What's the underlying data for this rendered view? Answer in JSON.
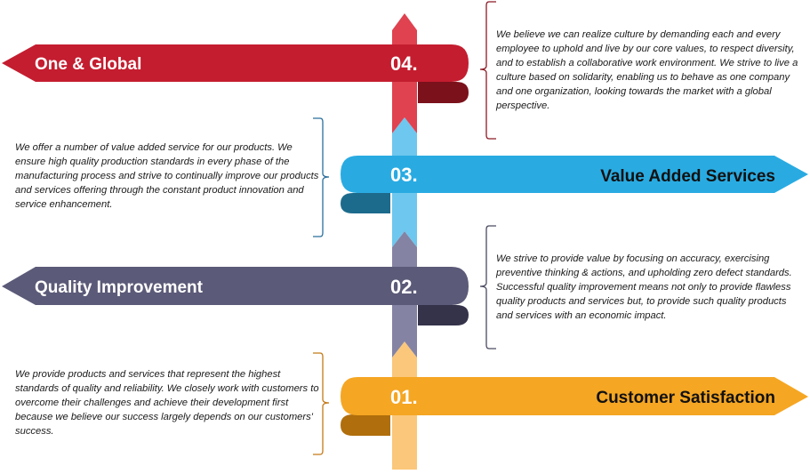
{
  "colors": {
    "red": "#c41d2f",
    "red_dark": "#7a111b",
    "red_light": "#e04250",
    "blue": "#29abe2",
    "blue_dark": "#1d6b8c",
    "blue_light": "#6ec7ee",
    "slate": "#5b5a78",
    "slate_dark": "#34334a",
    "slate_light": "#8483a3",
    "orange": "#f5a623",
    "orange_dark": "#b06e0c",
    "orange_light": "#fbc77a",
    "bracket_red": "#8b1a24",
    "bracket_blue": "#2a6f9b",
    "bracket_slate": "#4a4a60",
    "bracket_orange": "#c47a17"
  },
  "steps": [
    {
      "number": "04.",
      "title": "One & Global",
      "description": "We believe we can realize  culture by demanding each and every employee to uphold and live by our core values, to respect diversity, and to establish a collaborative work environment. We strive to live a culture based on solidarity, enabling us to behave as one company and one organization, looking towards the market with a global perspective."
    },
    {
      "number": "03.",
      "title": "Value Added Services",
      "description": "We offer a number of value added service for our products. We ensure high quality production standards in every phase of the manufacturing process and strive to continually improve our products and services offering through the constant product innovation and service enhancement."
    },
    {
      "number": "02.",
      "title": "Quality Improvement",
      "description": "We strive to provide value by focusing on accuracy, exercising preventive thinking & actions, and upholding zero defect standards. Successful quality improvement means not only to provide flawless quality products and services but, to provide such quality products and services with an economic impact."
    },
    {
      "number": "01.",
      "title": "Customer Satisfaction",
      "description": "We provide products and services that represent the highest standards of quality and reliability. We closely work with customers to overcome their challenges and achieve their development first because we believe our success largely depends on our customers' success."
    }
  ]
}
